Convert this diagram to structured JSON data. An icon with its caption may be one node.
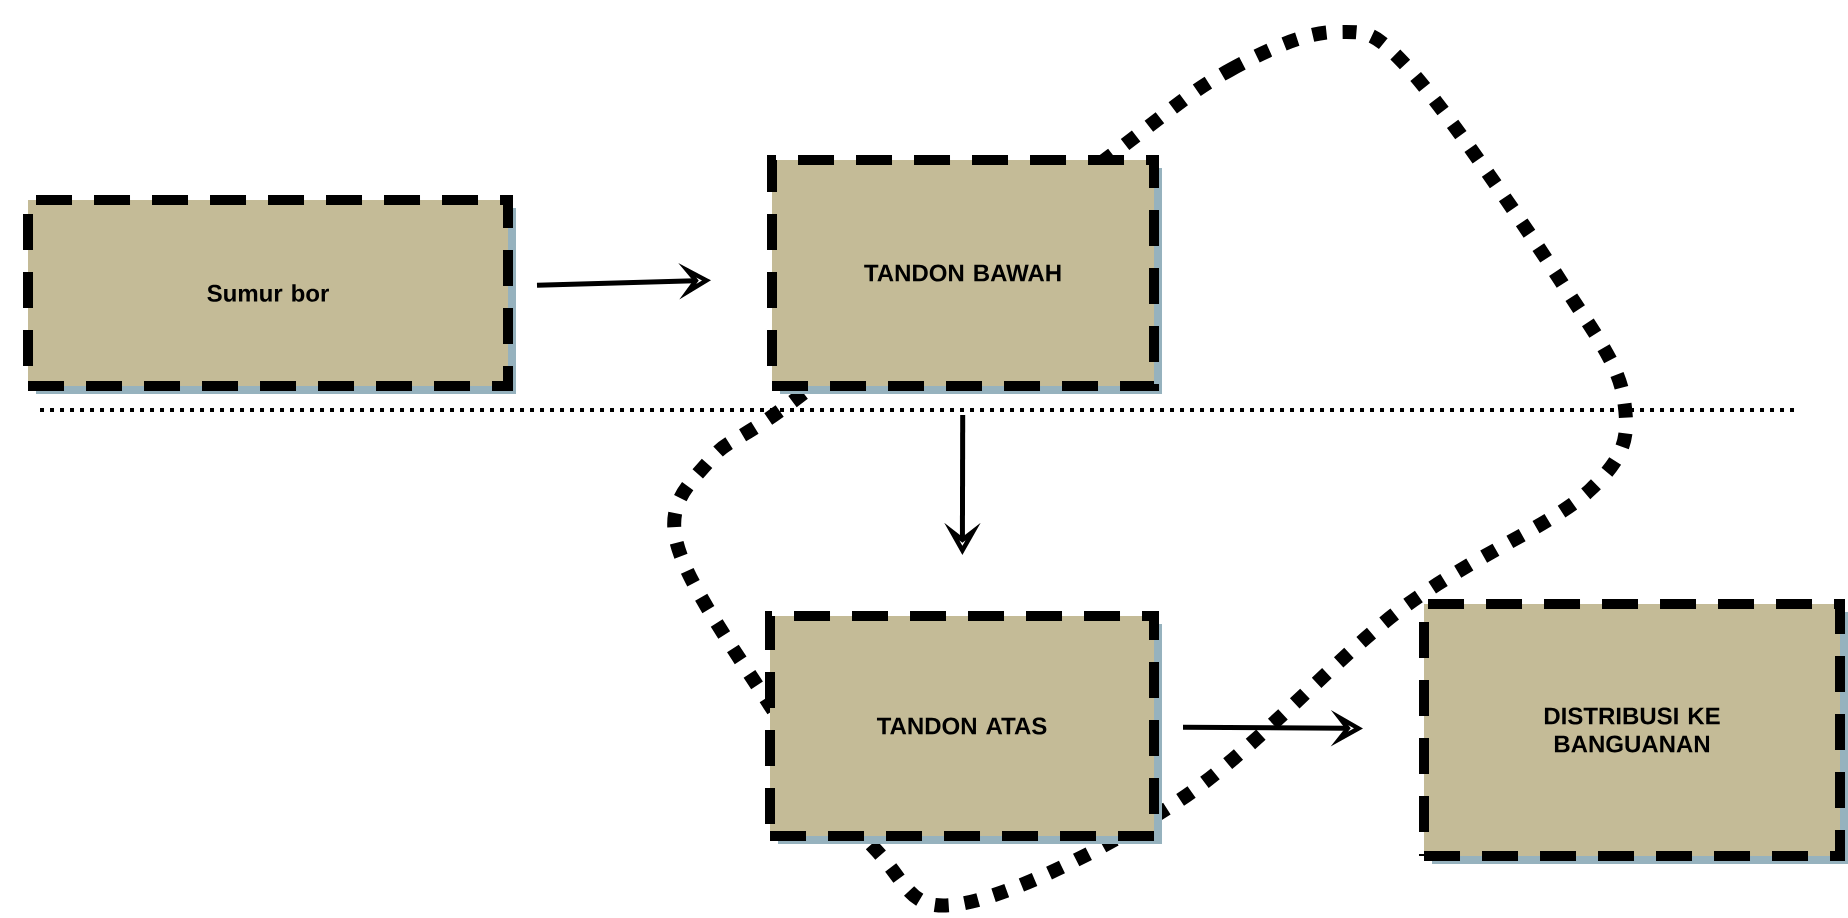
{
  "diagram": {
    "nodes": [
      {
        "text": [
          "Sumur bor"
        ]
      },
      {
        "text": [
          "TANDON BAWAH"
        ]
      },
      {
        "text": [
          "TANDON ATAS"
        ]
      },
      {
        "text": [
          "DISTRIBUSI KE BANGUANAN"
        ]
      }
    ],
    "edges": [
      {
        "from": 0,
        "to": 1,
        "arrow": "to"
      },
      {
        "from": 1,
        "to": 2,
        "arrow": "to"
      },
      {
        "from": 2,
        "to": 3,
        "arrow": "to"
      }
    ]
  }
}
